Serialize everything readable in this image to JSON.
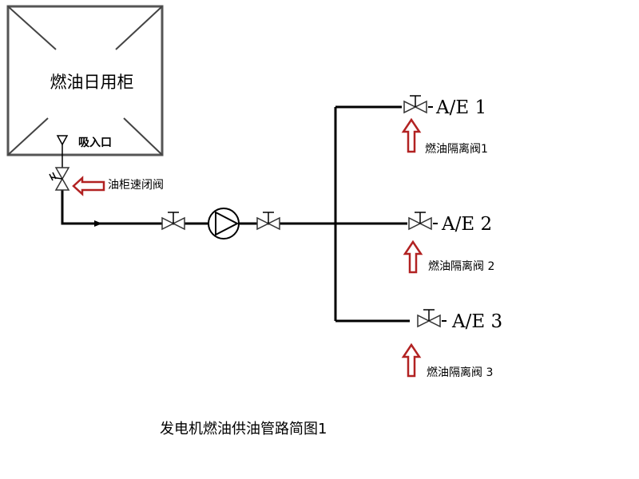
{
  "tank": {
    "label": "燃油日用柜",
    "suction_label": "吸入口"
  },
  "quick_close_valve": {
    "label": "油柜速闭阀"
  },
  "branches": [
    {
      "engine_label": "A/E 1",
      "valve_label": "燃油隔离阀1"
    },
    {
      "engine_label": "A/E 2",
      "valve_label": "燃油隔离阀 2"
    },
    {
      "engine_label": "A/E 3",
      "valve_label": "燃油隔离阀 3"
    }
  ],
  "caption": "发电机燃油供油管路简图1",
  "colors": {
    "line": "#000000",
    "arrow": "#b22222",
    "tank_border": "#555555"
  }
}
